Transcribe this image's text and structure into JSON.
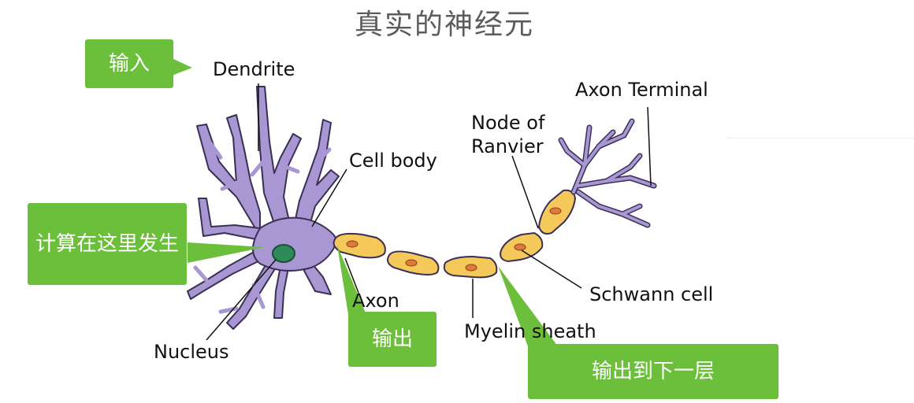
{
  "title": "真实的神经元",
  "labels": {
    "dendrite": "Dendrite",
    "cell_body": "Cell body",
    "nucleus": "Nucleus",
    "axon": "Axon",
    "node_of_ranvier_line1": "Node of",
    "node_of_ranvier_line2": "Ranvier",
    "axon_terminal": "Axon Terminal",
    "schwann_cell": "Schwann cell",
    "myelin_sheath": "Myelin sheath"
  },
  "callouts": {
    "input": "输入",
    "compute": "计算在这里发生",
    "output": "输出",
    "output_next": "输出到下一层"
  },
  "colors": {
    "callout_green": "#6cbf3a",
    "neuron_purple": "#a897d3",
    "myelin_yellow": "#f5c85a",
    "nucleus_green": "#2f8a5a"
  }
}
